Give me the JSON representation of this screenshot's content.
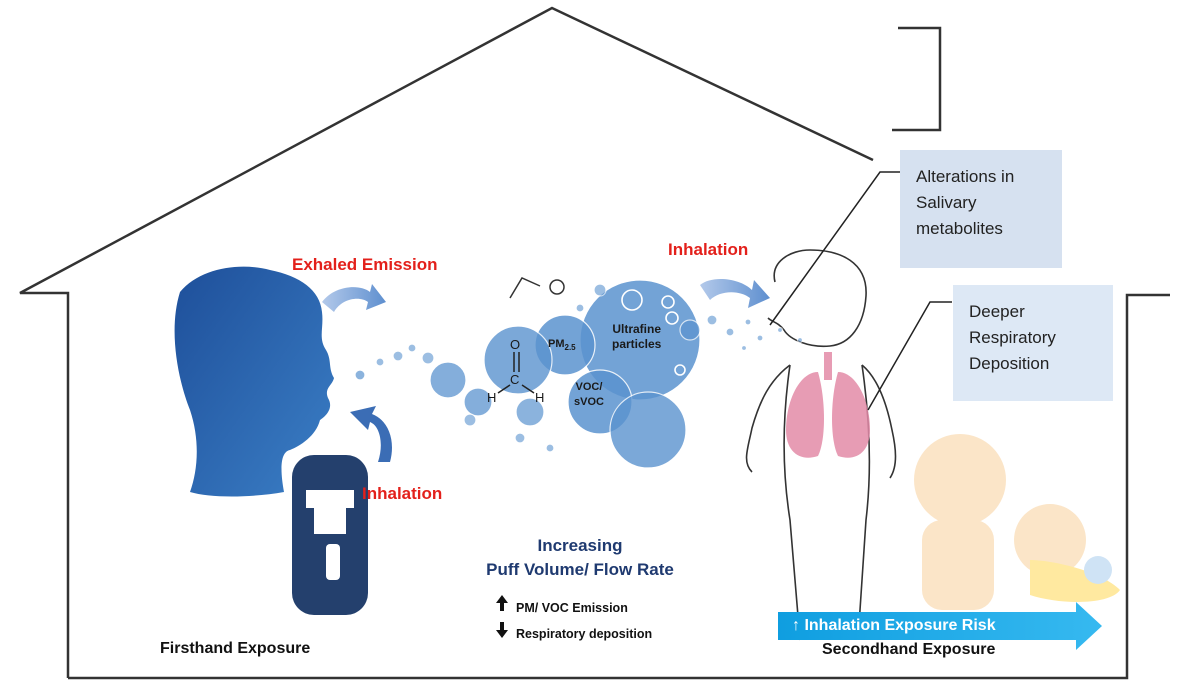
{
  "labels": {
    "exhaled_emission": "Exhaled Emission",
    "inhalation_child": "Inhalation",
    "inhalation_adult": "Inhalation",
    "increasing_line1": "Increasing",
    "increasing_line2": "Puff Volume/ Flow Rate",
    "pm_voc_emission": "PM/ VOC Emission",
    "respiratory_deposition": "Respiratory deposition",
    "firsthand": "Firsthand Exposure",
    "secondhand": "Secondhand Exposure",
    "risk_arrow": "↑ Inhalation Exposure Risk"
  },
  "particles": {
    "pm25_main": "PM",
    "pm25_sub": "2.5",
    "ultrafine_line1": "Ultrafine",
    "ultrafine_line2": "particles",
    "voc_line1": "VOC/",
    "voc_line2": "sVOC",
    "formaldehyde_o": "O",
    "formaldehyde_c": "C",
    "formaldehyde_h1": "H",
    "formaldehyde_h2": "H"
  },
  "callouts": {
    "salivary": [
      "Alterations in",
      "Salivary",
      "metabolites"
    ],
    "deposition": [
      "Deeper",
      "Respiratory",
      "Deposition"
    ]
  },
  "colors": {
    "emphasis_red": "#e3201b",
    "navy_text": "#1f3a70",
    "particle_blue": "#5b93cf",
    "risk_arrow_cyan": "#19a9e6",
    "lung_pink": "#e38ba8",
    "callout_blue": "#d6e1f0"
  }
}
